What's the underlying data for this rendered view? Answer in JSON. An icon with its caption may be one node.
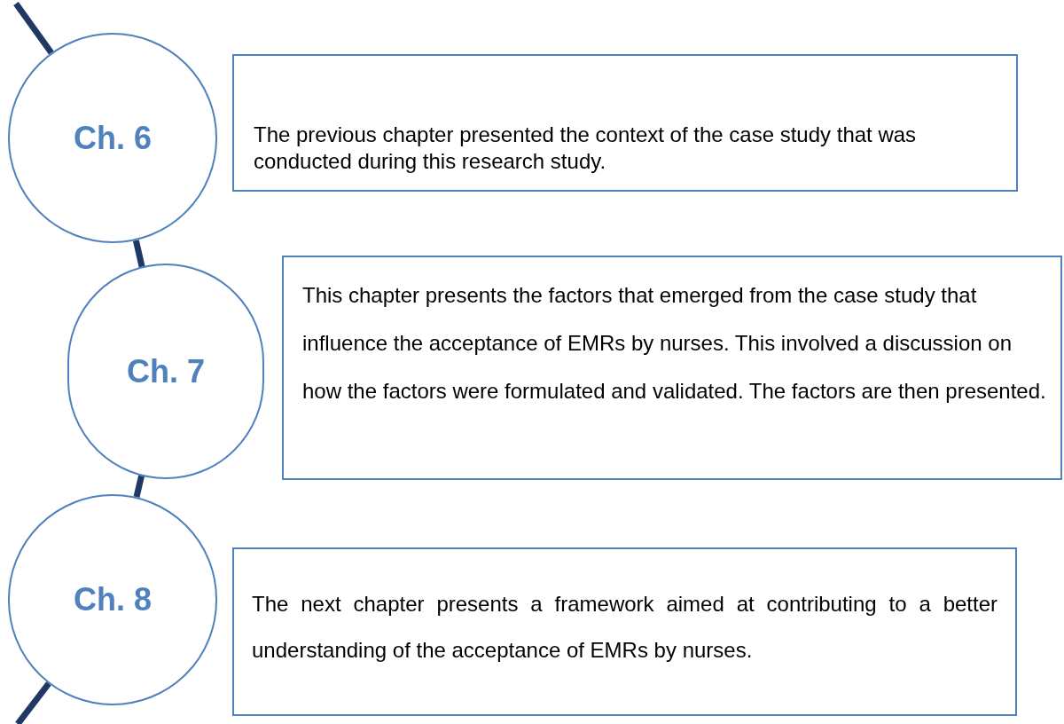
{
  "diagram": {
    "nodes": [
      {
        "text": [
          "Ch. 6"
        ]
      },
      {
        "text": [
          "The previous chapter presented the context of the case study that was conducted during this research study."
        ]
      },
      {
        "text": [
          "Ch. 7"
        ]
      },
      {
        "text": [
          "This chapter presents the factors that emerged from the case study that influence the acceptance of EMRs by nurses. This involved a discussion on how the factors were formulated and validated. The factors are then presented."
        ]
      },
      {
        "text": [
          "Ch. 8"
        ]
      },
      {
        "text": [
          "The next chapter presents a framework aimed at contributing to a better understanding of the acceptance of EMRs by nurses."
        ]
      }
    ],
    "edges": [
      {
        "from": null,
        "to": 0,
        "arrow": "none"
      },
      {
        "from": 0,
        "to": 2,
        "arrow": "none"
      },
      {
        "from": 2,
        "to": 4,
        "arrow": "none"
      },
      {
        "from": 4,
        "to": null,
        "arrow": "none"
      }
    ]
  }
}
